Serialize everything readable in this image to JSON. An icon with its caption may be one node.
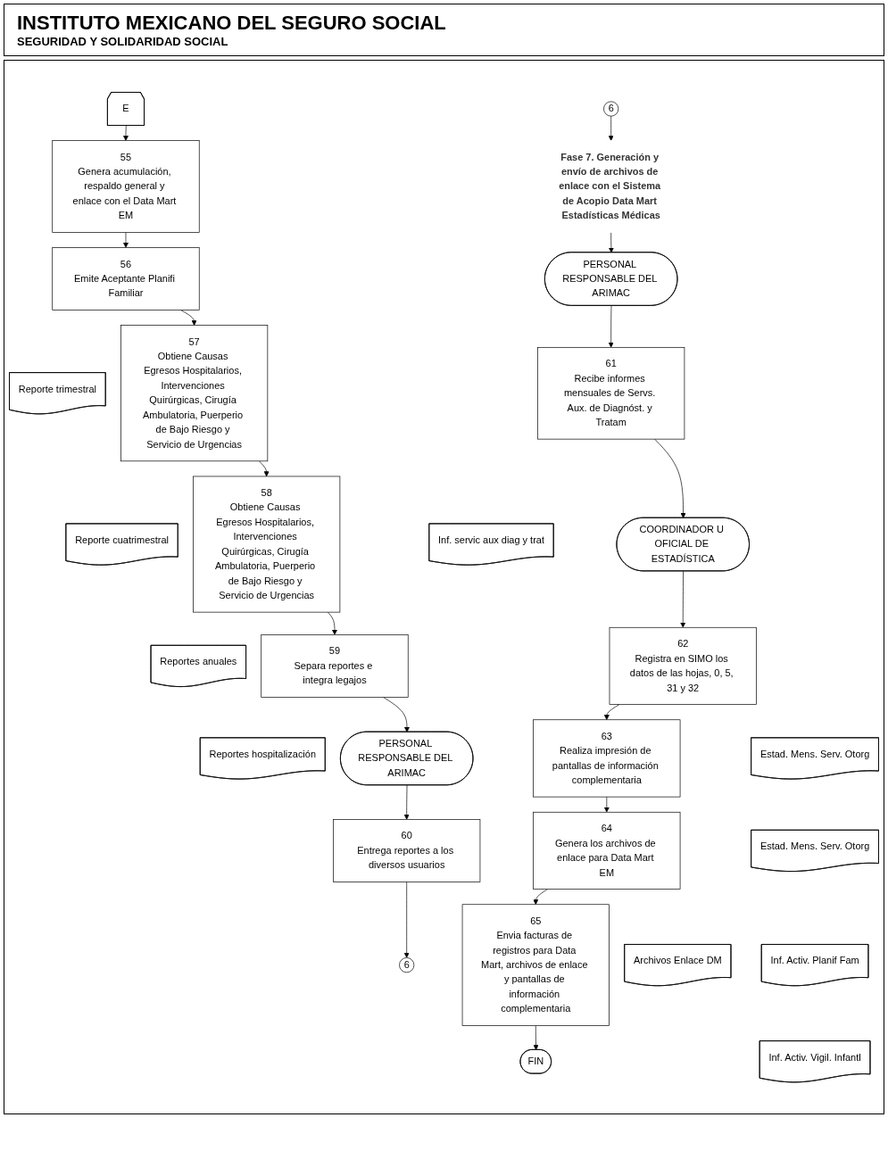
{
  "diagram": {
    "title": "INSTITUTO MEXICANO DEL SEGURO SOCIAL",
    "labels": [
      "SEGURIDAD Y SOLIDARIDAD SOCIAL"
    ],
    "nodes": [
      {
        "text": [
          "E"
        ]
      },
      {
        "text": [
          "55",
          "Genera acumulación, respaldo general y enlace con el Data Mart EM"
        ]
      },
      {
        "text": [
          "56",
          "Emite Aceptante Planifi Familiar"
        ]
      },
      {
        "text": [
          "Reporte trimestral"
        ]
      },
      {
        "text": [
          "57",
          "Obtiene Causas Egresos Hospitalarios, Intervenciones Quirúrgicas, Cirugía Ambulatoria, Puerperio de Bajo Riesgo y Servicio de Urgencias"
        ]
      },
      {
        "text": [
          "Reporte cuatrimestral"
        ]
      },
      {
        "text": [
          "58",
          "Obtiene Causas Egresos Hospitalarios, Intervenciones Quirúrgicas, Cirugía Ambulatoria, Puerperio de Bajo Riesgo y Servicio de Urgencias"
        ]
      },
      {
        "text": [
          "Reportes anuales"
        ]
      },
      {
        "text": [
          "59",
          "Separa reportes e integra legajos"
        ]
      },
      {
        "text": [
          "Reportes hospitalización"
        ]
      },
      {
        "text": [
          "PERSONAL RESPONSABLE DEL ARIMAC"
        ]
      },
      {
        "text": [
          "60",
          "Entrega reportes a los diversos usuarios"
        ]
      },
      {
        "text": [
          "6"
        ]
      },
      {
        "text": [
          "6"
        ]
      },
      {
        "text": [
          "Fase 7. Generación y envío de archivos de enlace con el Sistema de Acopio Data Mart Estadísticas Médicas"
        ]
      },
      {
        "text": [
          "PERSONAL RESPONSABLE DEL ARIMAC"
        ]
      },
      {
        "text": [
          "61",
          "Recibe informes mensuales de Servs. Aux. de Diagnóst. y Tratam"
        ]
      },
      {
        "text": [
          "Inf. servic aux diag y trat"
        ]
      },
      {
        "text": [
          "COORDINADOR U OFICIAL DE ESTADÍSTICA"
        ]
      },
      {
        "text": [
          "62",
          "Registra en SIMO los datos de las hojas, 0, 5, 31 y 32"
        ]
      },
      {
        "text": [
          "Estad. Mens. Serv. Otorg"
        ]
      },
      {
        "text": [
          "Estad. Mens. Serv. Otorg"
        ]
      },
      {
        "text": [
          "Inf. Activ. Planif Fam"
        ]
      },
      {
        "text": [
          "Inf. Activ. Vigil. Infantl"
        ]
      },
      {
        "text": [
          "63",
          "Realiza impresión de pantallas de información complementaria"
        ]
      },
      {
        "text": [
          "64",
          "Genera los archivos de enlace para Data Mart EM"
        ]
      },
      {
        "text": [
          "Archivos Enlace DM"
        ]
      },
      {
        "text": [
          "65",
          "Envia facturas de registros para Data Mart, archivos de enlace y pantallas de información complementaria"
        ]
      },
      {
        "text": [
          "FIN"
        ]
      }
    ],
    "edges": [
      {
        "from": 0,
        "to": 1,
        "arrow": "to"
      },
      {
        "from": 1,
        "to": 2,
        "arrow": "to"
      },
      {
        "from": 2,
        "to": 4,
        "arrow": "to"
      },
      {
        "from": 4,
        "to": 6,
        "arrow": "to"
      },
      {
        "from": 6,
        "to": 8,
        "arrow": "to"
      },
      {
        "from": 8,
        "to": 10,
        "arrow": "to"
      },
      {
        "from": 10,
        "to": 11,
        "arrow": "to"
      },
      {
        "from": 11,
        "to": 12,
        "arrow": "to"
      },
      {
        "from": 13,
        "to": 14,
        "arrow": "to"
      },
      {
        "from": 14,
        "to": 15,
        "arrow": "to"
      },
      {
        "from": 15,
        "to": 16,
        "arrow": "to"
      },
      {
        "from": 16,
        "to": 18,
        "arrow": "to"
      },
      {
        "from": 18,
        "to": 19,
        "arrow": "to"
      },
      {
        "from": 19,
        "to": 24,
        "arrow": "to"
      },
      {
        "from": 24,
        "to": 25,
        "arrow": "to"
      },
      {
        "from": 25,
        "to": 27,
        "arrow": "to"
      },
      {
        "from": 27,
        "to": 28,
        "arrow": "to"
      }
    ]
  }
}
